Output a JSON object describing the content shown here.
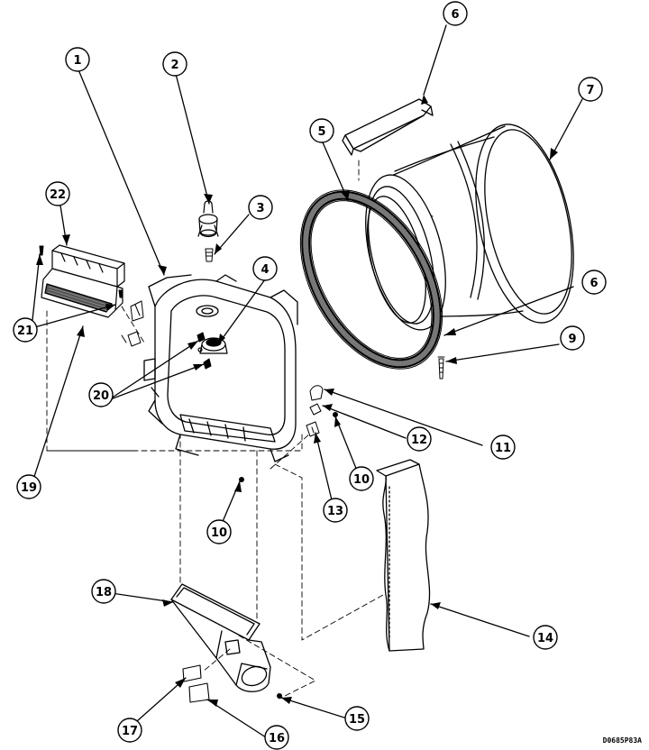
{
  "callouts": {
    "c1": "1",
    "c2": "2",
    "c3": "3",
    "c4": "4",
    "c5": "5",
    "c6a": "6",
    "c6b": "6",
    "c7": "7",
    "c9": "9",
    "c10a": "10",
    "c10b": "10",
    "c11": "11",
    "c12": "12",
    "c13": "13",
    "c14": "14",
    "c15": "15",
    "c16": "16",
    "c17": "17",
    "c18": "18",
    "c19": "19",
    "c20": "20",
    "c21": "21",
    "c22": "22"
  },
  "drawing_code": "D0685P83A",
  "colors": {
    "ink": "#000000",
    "paper": "#ffffff",
    "screen": "#777777"
  }
}
